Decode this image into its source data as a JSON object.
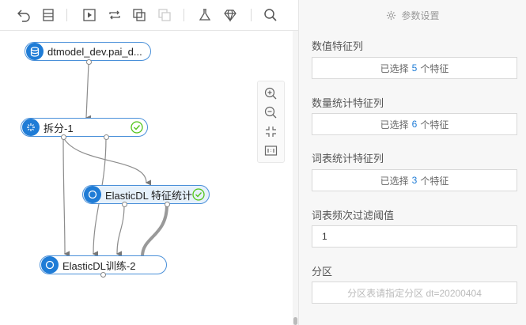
{
  "toolbar": {
    "icons": [
      "undo-icon",
      "layout-icon",
      "run-icon",
      "loop-icon",
      "copy-icon",
      "paste-icon",
      "flask-icon",
      "diamond-icon",
      "search-icon"
    ]
  },
  "nodes": {
    "n1": {
      "label": "dtmodel_dev.pai_d..."
    },
    "n2": {
      "label": "拆分-1"
    },
    "n3": {
      "label": "ElasticDL 特征统计"
    },
    "n4": {
      "label": "ElasticDL训练-2"
    }
  },
  "panel": {
    "title": "参数设置",
    "fields": [
      {
        "label": "数值特征列",
        "prefix": "已选择",
        "count": "5",
        "suffix": "个特征"
      },
      {
        "label": "数量统计特征列",
        "prefix": "已选择",
        "count": "6",
        "suffix": "个特征"
      },
      {
        "label": "词表统计特征列",
        "prefix": "已选择",
        "count": "3",
        "suffix": "个特征"
      }
    ],
    "threshold_label": "词表频次过滤阈值",
    "threshold_value": "1",
    "partition_label": "分区",
    "partition_placeholder": "分区表请指定分区 dt=20200404"
  },
  "colors": {
    "accent": "#1f7cd6",
    "success": "#52c41a",
    "edge": "#8c8c8c"
  }
}
